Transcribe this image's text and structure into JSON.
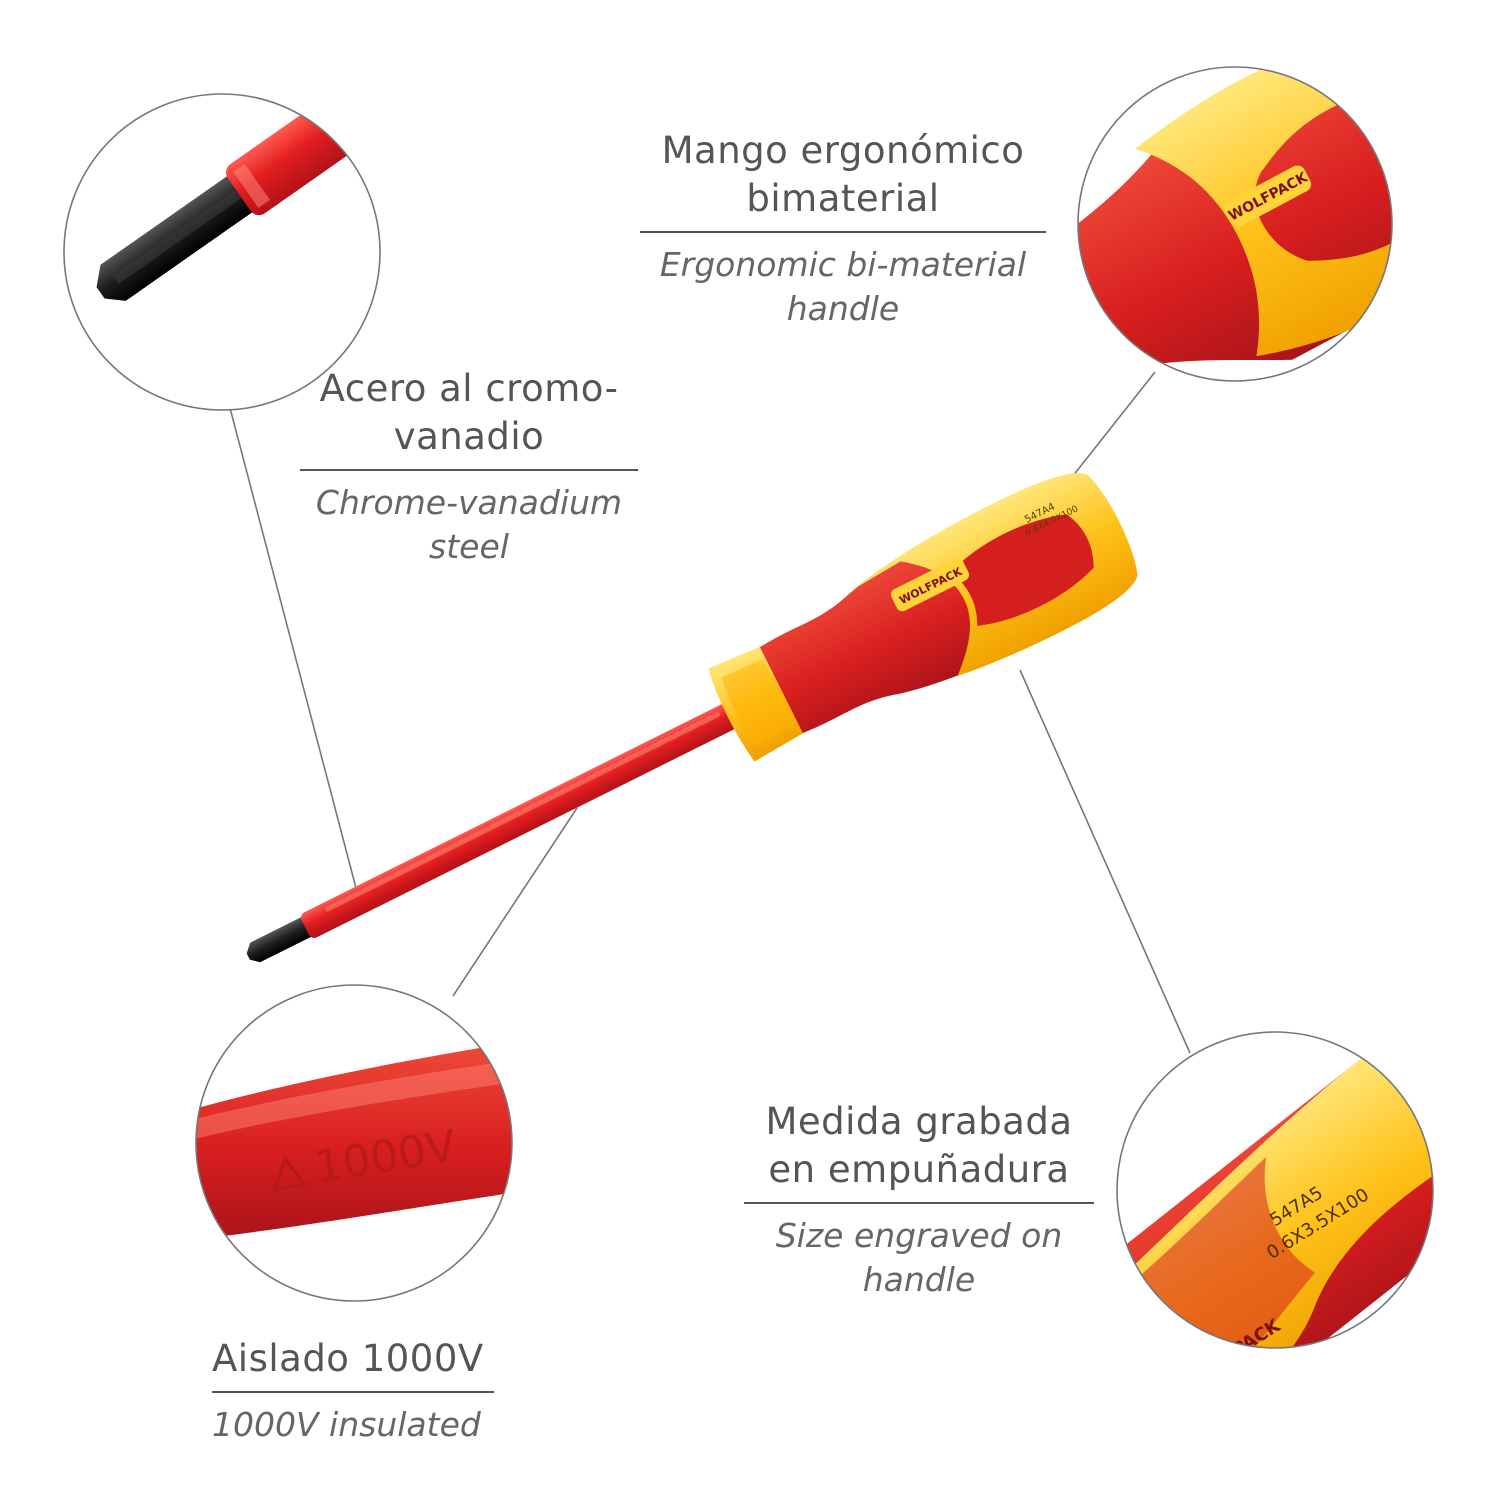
{
  "callouts": {
    "steel": {
      "es": "Acero al cromo-vanadio",
      "en": "Chrome-vanadium steel"
    },
    "handle": {
      "es": "Mango ergonómico bimaterial",
      "en": "Ergonomic bi-material handle"
    },
    "insulated": {
      "es": "Aislado 1000V",
      "en": "1000V insulated"
    },
    "size": {
      "es": "Medida grabada en empuñadura",
      "en": "Size engraved on handle"
    }
  },
  "product": {
    "brand": "WOLFPACK",
    "code_main": "547A4",
    "size_main": "0.8X4.0X100",
    "code_detail": "547A5",
    "size_detail": "0.6X3.5X100",
    "shaft_marking": "1000V"
  },
  "colors": {
    "red": "#d81e1e",
    "dark_red": "#a9141b",
    "yellow": "#ffc21a",
    "yellow_light": "#ffd84a",
    "tip": "#1d1d1d",
    "line": "#777777"
  }
}
